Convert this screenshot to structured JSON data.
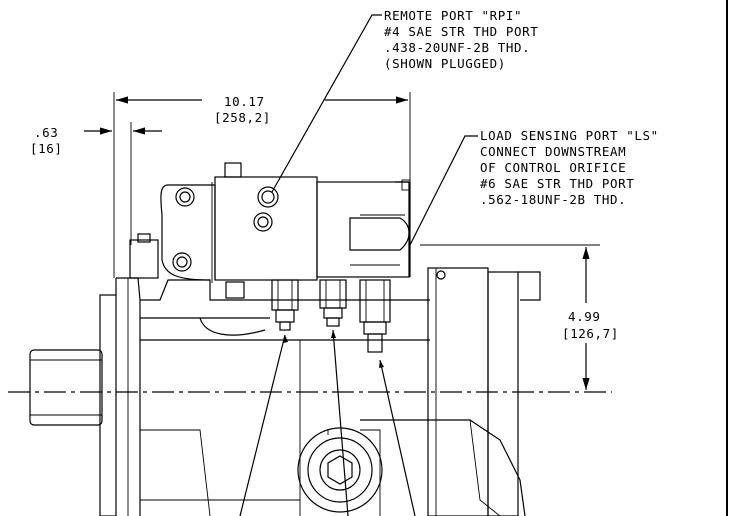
{
  "callouts": {
    "remote_port": {
      "line1": "REMOTE PORT \"RPI\"",
      "line2": "#4 SAE STR THD PORT",
      "line3": ".438-20UNF-2B THD.",
      "line4": "(SHOWN PLUGGED)"
    },
    "load_sensing_port": {
      "line1": "LOAD SENSING PORT \"LS\"",
      "line2": "CONNECT DOWNSTREAM",
      "line3": "OF CONTROL ORIFICE",
      "line4": "#6 SAE STR THD PORT",
      "line5": ".562-18UNF-2B THD."
    }
  },
  "dimensions": {
    "overall_length": {
      "imperial": "10.17",
      "metric": "[258,2]"
    },
    "offset": {
      "imperial": ".63",
      "metric": "[16]"
    },
    "port_height": {
      "imperial": "4.99",
      "metric": "[126,7]"
    }
  }
}
